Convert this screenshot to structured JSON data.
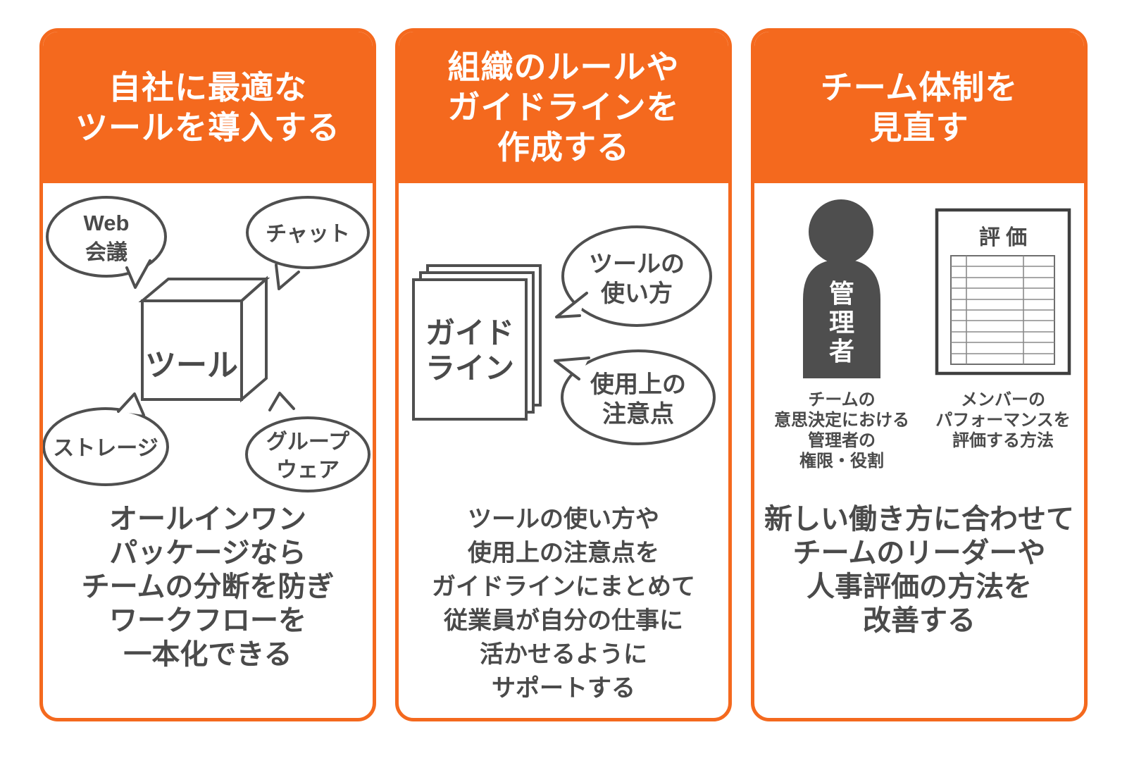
{
  "page": {
    "background": "#FFFFFF"
  },
  "colors": {
    "accent_orange": "#F4691E",
    "ink": "#4A4A4A",
    "line_gray": "#4F4F4F",
    "figure_gray": "#4E4E4E"
  },
  "cards": [
    {
      "id": "tools",
      "title_lines": [
        "自社に最適な",
        "ツールを導入する"
      ],
      "cube_label": "ツール",
      "bubble_web_line1": "Web",
      "bubble_web_line2": "会議",
      "bubble_chat": "チャット",
      "bubble_storage": "ストレージ",
      "bubble_groupware_line1": "グループ",
      "bubble_groupware_line2": "ウェア",
      "description_lines": [
        "オールインワン",
        "パッケージなら",
        "チームの分断を防ぎ",
        "ワークフローを",
        "一本化できる"
      ]
    },
    {
      "id": "guidelines",
      "title_lines": [
        "組織のルールや",
        "ガイドラインを",
        "作成する"
      ],
      "document_label_line1": "ガイド",
      "document_label_line2": "ライン",
      "bubble_usage_line1": "ツールの",
      "bubble_usage_line2": "使い方",
      "bubble_caution_line1": "使用上の",
      "bubble_caution_line2": "注意点",
      "description_lines": [
        "ツールの使い方や",
        "使用上の注意点を",
        "ガイドラインにまとめて",
        "従業員が自分の仕事に",
        "活かせるように",
        "サポートする"
      ]
    },
    {
      "id": "team",
      "title_lines": [
        "チーム体制を",
        "見直す"
      ],
      "manager_label_chars": [
        "管",
        "理",
        "者"
      ],
      "sheet_title": "評 価",
      "caption_left_lines": [
        "チームの",
        "意思決定における",
        "管理者の",
        "権限・役割"
      ],
      "caption_right_lines": [
        "メンバーの",
        "パフォーマンスを",
        "評価する方法"
      ],
      "description_lines": [
        "新しい働き方に合わせて",
        "チームのリーダーや",
        "人事評価の方法を",
        "改善する"
      ]
    }
  ]
}
